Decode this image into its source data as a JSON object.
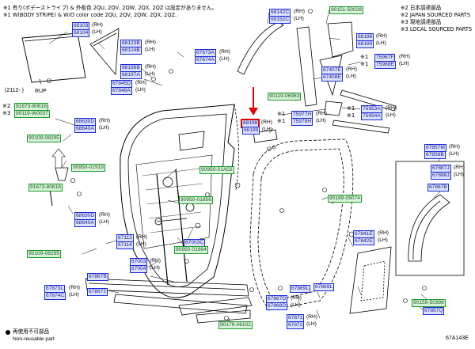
{
  "notes": {
    "line1": "※1 有り(ボデーストライプ) & 外板色 2QU, 2QV, 2QW, 2QX, 2QZ は設定がありません。",
    "line2": "※1 W(BODY STRIPE) & W/O color code 2QU, 2QV, 2QW, 2QX, 2QZ.",
    "jp2": "※2 日本調達部品",
    "jp3": "※3 現地調達部品",
    "en2": "※2 JAPAN SOURCED PARTS",
    "en3": "※3 LOCAL SOURCED PARTS"
  },
  "side": {
    "rh": "(RH)",
    "lh": "(LH)"
  },
  "labels": {
    "range": "(2112-       )",
    "rup": "RUP",
    "note2": "※2",
    "note3": "※3",
    "note1": "※1"
  },
  "legend": {
    "jp": "再使用不可部品",
    "en": "Non-reusable part",
    "code": "67A143E"
  },
  "parts": {
    "p68103": "68103",
    "p68104": "68104",
    "p68123": "68123B",
    "p68124": "68124B",
    "p68196": "68196B",
    "p68197": "68197A",
    "p67845": "67845D",
    "p67846": "67846A",
    "p67673": "67673A",
    "p67674": "67674A",
    "p68142": "68142C",
    "p68152": "68152C",
    "p90151": "90151-50028",
    "p68188": "68188",
    "p68189": "68189",
    "p75967": "75967F",
    "p75968": "75968E",
    "p67407": "67407E",
    "p67408": "67408E",
    "p90119a": "90119-06983",
    "p68198": "68198",
    "p68199": "68199",
    "p75977": "75977H",
    "p75978": "75978H",
    "p75953": "75953A",
    "p75954": "75954A",
    "p91673a": "91673-80616",
    "p90119b": "90119-W0037",
    "p68630a": "68630D",
    "p68640a": "68640A",
    "p90109": "90109-08295",
    "p90950a": "90950-01919",
    "p91673b": "91673-80616",
    "p90950b": "90950-01A02",
    "p90950c": "90950-01856",
    "p68630b": "68630D",
    "p68640b": "68640A",
    "p67113": "67113",
    "p67114": "67114",
    "p90109b": "90109-08295",
    "p67003c": "67003C",
    "p90950d": "90950-01694",
    "p67003": "67003",
    "p67004": "67004",
    "p67867a": "67867B",
    "p67873": "67873L",
    "p67874": "67874C",
    "p67867b": "67867J",
    "p90189": "90189-05074",
    "p67857": "67857M",
    "p67858": "67858B",
    "p67887": "67887J",
    "p67888": "67888J",
    "p67867c": "67867B",
    "p67841": "67841E",
    "p67842": "67842E",
    "p67869": "67869L",
    "p67867d": "67867D",
    "p67868": "67868D",
    "p67869b": "67869L",
    "p67871": "67871",
    "p67872": "67872",
    "p90159": "90159-50398",
    "p67857q": "67857Q",
    "p90179": "90179-06102"
  }
}
